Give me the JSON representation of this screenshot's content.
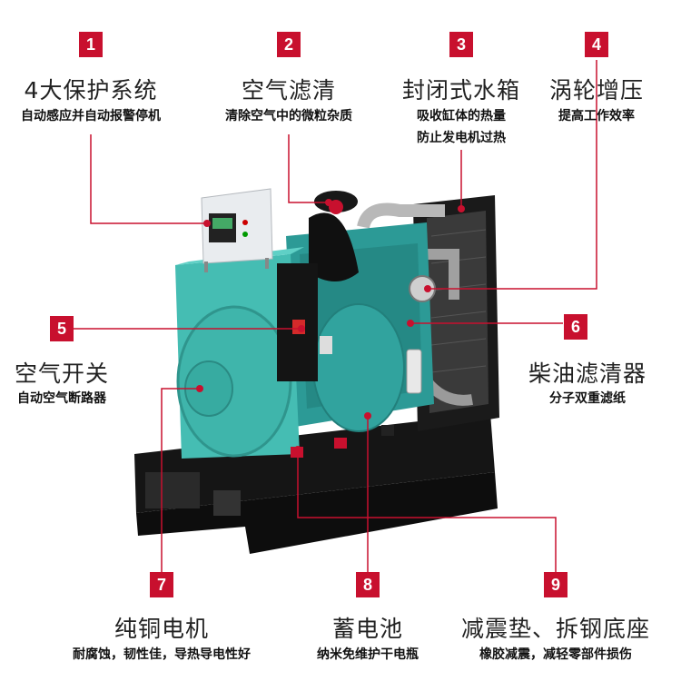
{
  "accent_color": "#c8102e",
  "callouts": [
    {
      "num": "1",
      "title": "4大保护系统",
      "sub": [
        "自动感应并自动报警停机"
      ]
    },
    {
      "num": "2",
      "title": "空气滤清",
      "sub": [
        "清除空气中的微粒杂质"
      ]
    },
    {
      "num": "3",
      "title": "封闭式水箱",
      "sub": [
        "吸收缸体的热量",
        "防止发电机过热"
      ]
    },
    {
      "num": "4",
      "title": "涡轮增压",
      "sub": [
        "提高工作效率"
      ]
    },
    {
      "num": "5",
      "title": "空气开关",
      "sub": [
        "自动空气断路器"
      ]
    },
    {
      "num": "6",
      "title": "柴油滤清器",
      "sub": [
        "分子双重滤纸"
      ]
    },
    {
      "num": "7",
      "title": "纯铜电机",
      "sub": [
        "耐腐蚀，韧性佳，导热导电性好"
      ]
    },
    {
      "num": "8",
      "title": "蓄电池",
      "sub": [
        "纳米免维护干电瓶"
      ]
    },
    {
      "num": "9",
      "title": "减震垫、拆钢底座",
      "sub": [
        "橡胶减震，减轻零部件损伤"
      ]
    }
  ]
}
